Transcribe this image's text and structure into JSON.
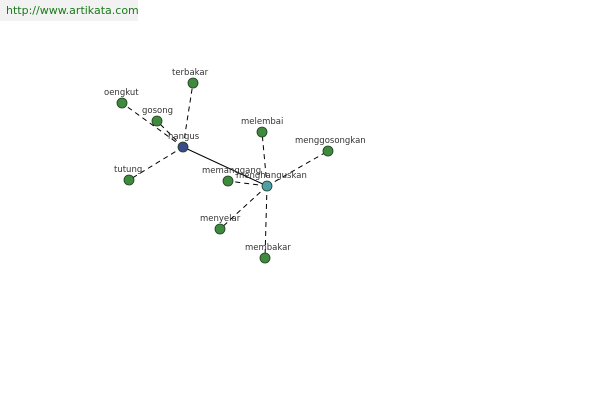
{
  "header": {
    "url": "http://www.artikata.com"
  },
  "graph": {
    "colors": {
      "center": "#3a4b8c",
      "secondary": "#4ea0a8",
      "leaf": "#3f8a3f",
      "edge": "#000000",
      "label": "#333333"
    },
    "nodes": [
      {
        "id": "hangus",
        "label": "hangus",
        "kind": "center"
      },
      {
        "id": "menghanguskan",
        "label": "menghanguskan",
        "kind": "secondary"
      },
      {
        "id": "terbakar",
        "label": "terbakar",
        "kind": "leaf"
      },
      {
        "id": "oengkut",
        "label": "oengkut",
        "kind": "leaf"
      },
      {
        "id": "gosong",
        "label": "gosong",
        "kind": "leaf"
      },
      {
        "id": "tutung",
        "label": "tutung",
        "kind": "leaf"
      },
      {
        "id": "melembai",
        "label": "melembai",
        "kind": "leaf"
      },
      {
        "id": "menggosongkan",
        "label": "menggosongkan",
        "kind": "leaf"
      },
      {
        "id": "memanggang",
        "label": "memanggang",
        "kind": "leaf"
      },
      {
        "id": "menyelar",
        "label": "menyelar",
        "kind": "leaf"
      },
      {
        "id": "membakar",
        "label": "membakar",
        "kind": "leaf"
      }
    ],
    "edges": [
      {
        "from": "hangus",
        "to": "menghanguskan",
        "style": "solid"
      },
      {
        "from": "hangus",
        "to": "terbakar",
        "style": "dashed"
      },
      {
        "from": "hangus",
        "to": "oengkut",
        "style": "dashed"
      },
      {
        "from": "hangus",
        "to": "gosong",
        "style": "dashed"
      },
      {
        "from": "hangus",
        "to": "tutung",
        "style": "dashed"
      },
      {
        "from": "menghanguskan",
        "to": "melembai",
        "style": "dashed"
      },
      {
        "from": "menghanguskan",
        "to": "menggosongkan",
        "style": "dashed"
      },
      {
        "from": "menghanguskan",
        "to": "memanggang",
        "style": "dashed"
      },
      {
        "from": "menghanguskan",
        "to": "menyelar",
        "style": "dashed"
      },
      {
        "from": "menghanguskan",
        "to": "membakar",
        "style": "dashed"
      }
    ]
  }
}
